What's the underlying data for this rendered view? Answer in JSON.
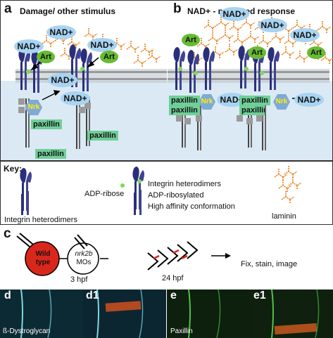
{
  "panel_a": {
    "label": "a",
    "title": "Damage/ other stimulus"
  },
  "panel_b": {
    "label": "b",
    "title": "NAD+ - mediated response"
  },
  "molecules": {
    "nad": "NAD+",
    "art": "Art",
    "nrk": "Nrk",
    "paxillin": "paxillin"
  },
  "key": {
    "label": "Key:",
    "integrin": "Integrin heterodimers",
    "adp_ribose": "ADP-ribose",
    "adp_lines": [
      "Integrin heterodimers",
      "ADP-ribosylated",
      "High affinity conformation"
    ],
    "laminin": "laminin"
  },
  "panel_c": {
    "label": "c",
    "wild_type": [
      "Wild",
      "type"
    ],
    "morpholino": [
      "nrk2b",
      "MOs"
    ],
    "time1": "3 hpf",
    "time2": "24 hpf",
    "steps": "Fix, stain, image"
  },
  "panel_d": {
    "label": "d",
    "caption": "ß-Dystroglycan"
  },
  "panel_d1": {
    "label": "d1"
  },
  "panel_e": {
    "label": "e",
    "caption": "Paxillin"
  },
  "panel_e1": {
    "label": "e1"
  },
  "colors": {
    "membrane_bg": "#d9e8f6",
    "nad": "#a8d4f2",
    "art": "#66bb33",
    "paxillin": "#6fcf97",
    "nrk": "#7fa9d6",
    "integrin": "#27306e",
    "laminin": "#e07b1a",
    "wild_type": "#d9271c"
  }
}
